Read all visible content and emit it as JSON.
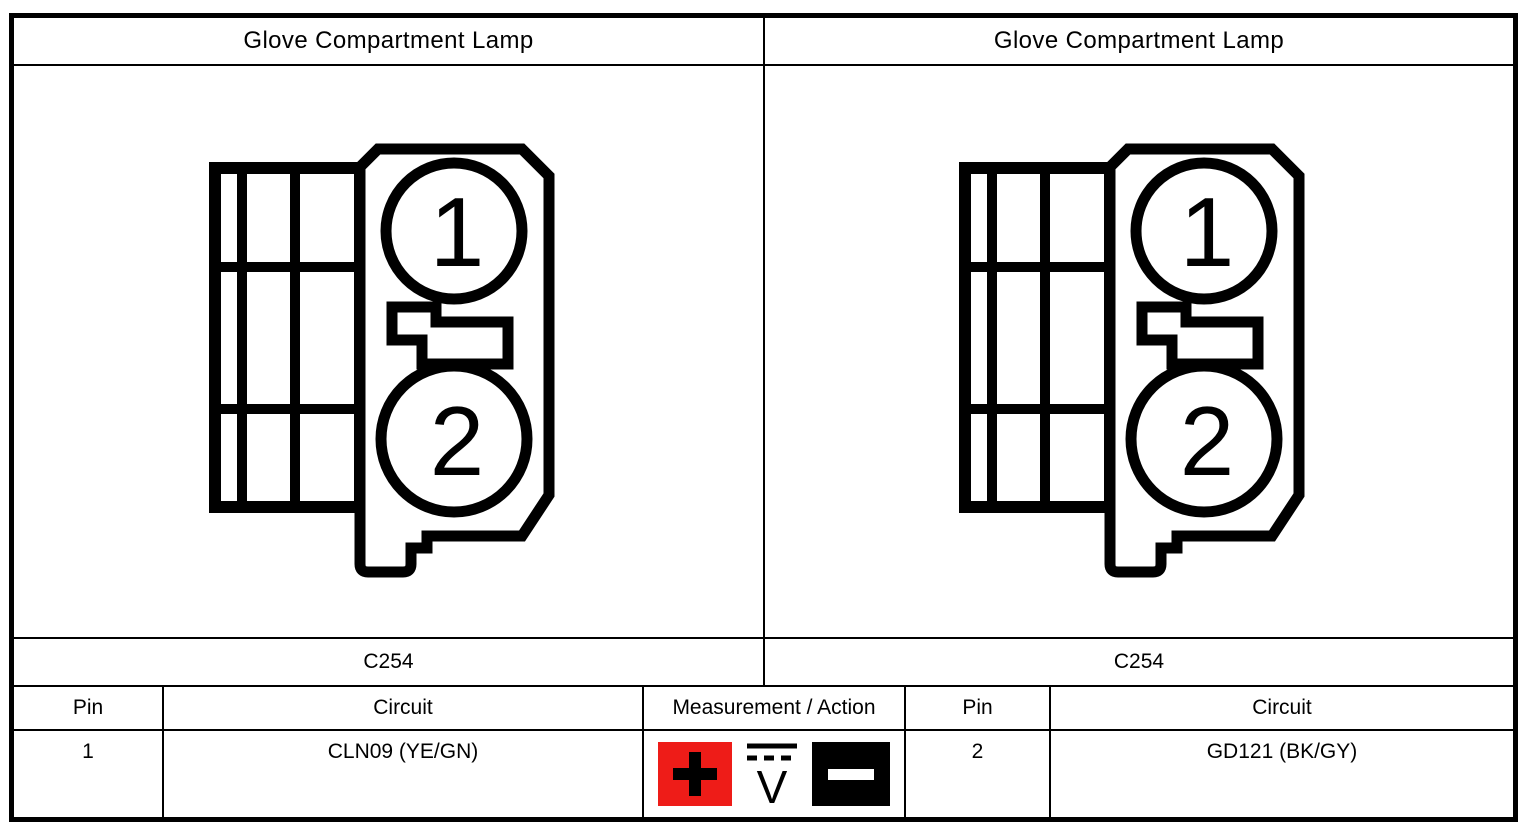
{
  "document": {
    "kind": "connector-pinout-table"
  },
  "panels": [
    {
      "title": "Glove Compartment Lamp",
      "connector_label": "C254",
      "connector": {
        "pin_labels": [
          "1",
          "2"
        ]
      },
      "row": {
        "pin": "1",
        "circuit": "CLN09 (YE/GN)"
      }
    },
    {
      "title": "Glove Compartment Lamp",
      "connector_label": "C254",
      "connector": {
        "pin_labels": [
          "1",
          "2"
        ]
      },
      "row": {
        "pin": "2",
        "circuit": "GD121 (BK/GY)"
      }
    }
  ],
  "headers": {
    "pin": "Pin",
    "circuit": "Circuit",
    "measurement": "Measurement / Action"
  },
  "measurement_icons": {
    "positive": {
      "symbol": "+",
      "bg": "#ee1c18",
      "fg": "#000000"
    },
    "dc_voltage": {
      "symbol": "V"
    },
    "negative": {
      "symbol": "−",
      "bg": "#000000",
      "fg": "#ffffff"
    }
  },
  "colors": {
    "line": "#000000",
    "background": "#ffffff"
  }
}
